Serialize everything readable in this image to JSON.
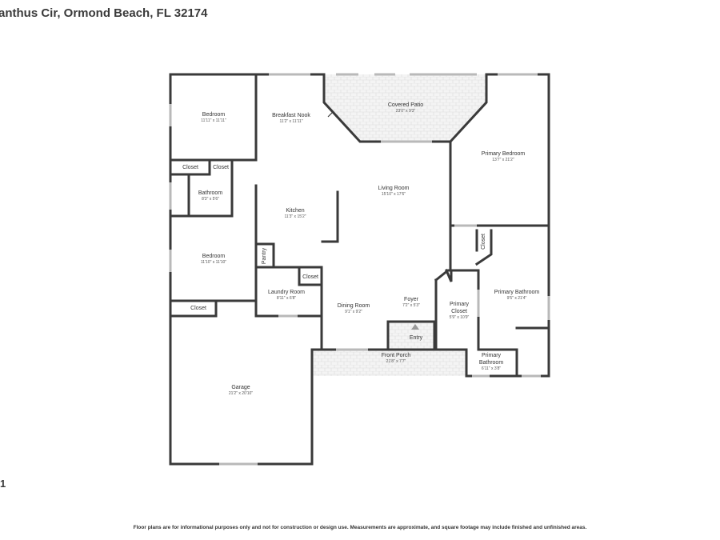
{
  "header": {
    "address": "anthus Cir, Ormond Beach, FL 32174"
  },
  "floor_label": "1",
  "footer": {
    "disclaimer": "Floor plans are for informational purposes only and not for construction or design use. Measurements are approximate, and square footage may include finished and unfinished areas."
  },
  "rooms": {
    "bedroom1": {
      "name": "Bedroom",
      "dims": "11'11\" x 11'11\""
    },
    "breakfast_nook": {
      "name": "Breakfast Nook",
      "dims": "11'2\" x 11'11\""
    },
    "covered_patio": {
      "name": "Covered Patio",
      "dims": "23'0\" x 9'3\""
    },
    "primary_bedroom": {
      "name": "Primary Bedroom",
      "dims": "13'7\" x 21'2\""
    },
    "closet1": {
      "name": "Closet"
    },
    "closet2": {
      "name": "Closet"
    },
    "bathroom": {
      "name": "Bathroom",
      "dims": "8'3\" x 5'6\""
    },
    "kitchen": {
      "name": "Kitchen",
      "dims": "11'3\" x 15'2\""
    },
    "living_room": {
      "name": "Living Room",
      "dims": "15'10\" x 17'6\""
    },
    "pantry": {
      "name": "Pantry"
    },
    "closet_primary_bed": {
      "name": "Closet"
    },
    "bedroom2": {
      "name": "Bedroom",
      "dims": "11'10\" x 11'10\""
    },
    "closet_laundry": {
      "name": "Closet"
    },
    "laundry_room": {
      "name": "Laundry Room",
      "dims": "8'11\" x 6'8\""
    },
    "primary_bathroom": {
      "name": "Primary Bathroom",
      "dims": "9'5\" x 21'4\""
    },
    "closet_bedroom2": {
      "name": "Closet"
    },
    "dining_room": {
      "name": "Dining Room",
      "dims": "9'1\" x 9'2\""
    },
    "foyer": {
      "name": "Foyer",
      "dims": "7'2\" x 5'3\""
    },
    "primary_closet": {
      "name": "Primary",
      "name2": "Closet",
      "dims": "5'9\" x 10'9\""
    },
    "entry": {
      "name": "Entry"
    },
    "front_porch": {
      "name": "Front Porch",
      "dims": "21'8\" x 7'7\""
    },
    "primary_bathroom_small": {
      "name": "Primary",
      "name2": "Bathroom",
      "dims": "6'11\" x 3'8\""
    },
    "garage": {
      "name": "Garage",
      "dims": "21'2\" x 20'10\""
    }
  }
}
